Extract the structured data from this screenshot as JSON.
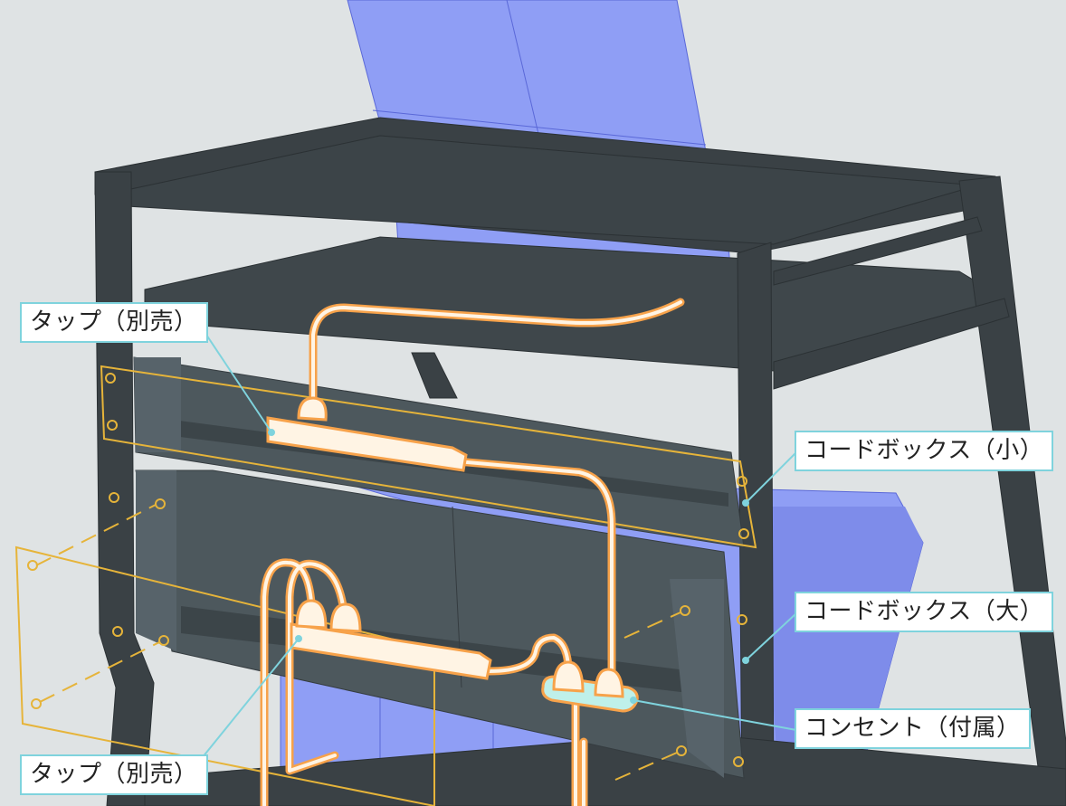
{
  "labels": {
    "tap_top": "タップ（別売）",
    "tap_bottom": "タップ（別売）",
    "cord_box_small": "コードボックス（小）",
    "cord_box_large": "コードボックス（大）",
    "outlet": "コンセント（付属）"
  },
  "colors": {
    "background": "#dfe3e4",
    "frame": "#3a4145",
    "panel": "#4d585d",
    "equipment": "#8f9ef5",
    "cable": "#f7a24a",
    "cable_core": "#fff4e4",
    "outline": "#e6b43a",
    "leader": "#7fd3dd",
    "outlet_fill": "#bff0ea"
  }
}
